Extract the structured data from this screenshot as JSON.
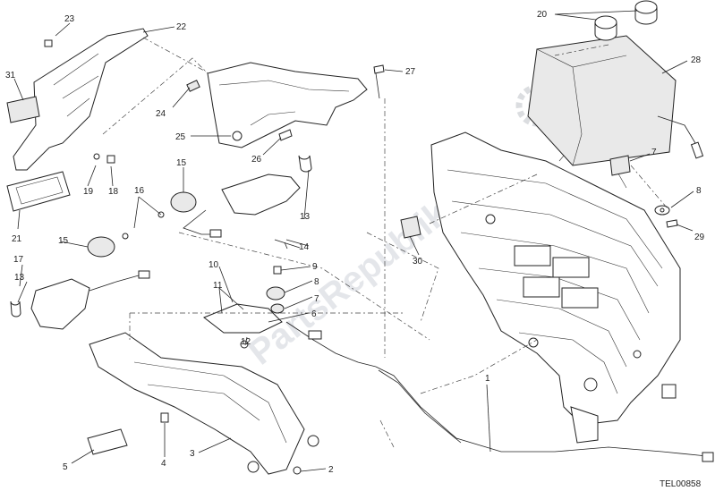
{
  "watermark": "PartsRepublik",
  "drawing_code": "TEL00858",
  "callouts": [
    {
      "id": "c1",
      "text": "1"
    },
    {
      "id": "c2",
      "text": "2"
    },
    {
      "id": "c3",
      "text": "3"
    },
    {
      "id": "c4",
      "text": "4"
    },
    {
      "id": "c5",
      "text": "5"
    },
    {
      "id": "c6",
      "text": "6"
    },
    {
      "id": "c7a",
      "text": "7"
    },
    {
      "id": "c7b",
      "text": "7"
    },
    {
      "id": "c8a",
      "text": "8"
    },
    {
      "id": "c8b",
      "text": "8"
    },
    {
      "id": "c9",
      "text": "9"
    },
    {
      "id": "c10",
      "text": "10"
    },
    {
      "id": "c11",
      "text": "11"
    },
    {
      "id": "c12",
      "text": "12"
    },
    {
      "id": "c13a",
      "text": "13"
    },
    {
      "id": "c13b",
      "text": "13"
    },
    {
      "id": "c14",
      "text": "14"
    },
    {
      "id": "c15a",
      "text": "15"
    },
    {
      "id": "c15b",
      "text": "15"
    },
    {
      "id": "c16",
      "text": "16"
    },
    {
      "id": "c17",
      "text": "17"
    },
    {
      "id": "c18",
      "text": "18"
    },
    {
      "id": "c19",
      "text": "19"
    },
    {
      "id": "c20",
      "text": "20"
    },
    {
      "id": "c21",
      "text": "21"
    },
    {
      "id": "c22",
      "text": "22"
    },
    {
      "id": "c23",
      "text": "23"
    },
    {
      "id": "c24",
      "text": "24"
    },
    {
      "id": "c25",
      "text": "25"
    },
    {
      "id": "c26",
      "text": "26"
    },
    {
      "id": "c27",
      "text": "27"
    },
    {
      "id": "c28",
      "text": "28"
    },
    {
      "id": "c29",
      "text": "29"
    },
    {
      "id": "c30",
      "text": "30"
    },
    {
      "id": "c31",
      "text": "31"
    }
  ]
}
